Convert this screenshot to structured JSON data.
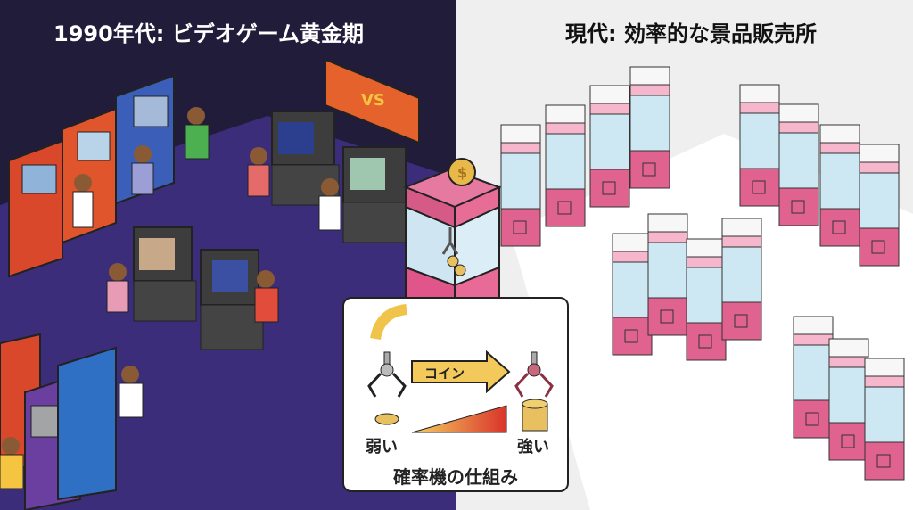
{
  "left_panel": {
    "title": "1990年代: ビデオゲーム黄金期",
    "background": "#201c3a",
    "floor_color": "#3b2d7a",
    "poster_text": "VS"
  },
  "right_panel": {
    "title": "現代: 効率的な景品販売所",
    "background": "#efefef",
    "machine_color": "#e26a96"
  },
  "mechanism": {
    "title": "確率機の仕組み",
    "arrow_label": "コイン",
    "weak_label": "弱い",
    "strong_label": "強い",
    "coin_symbol": "$"
  }
}
